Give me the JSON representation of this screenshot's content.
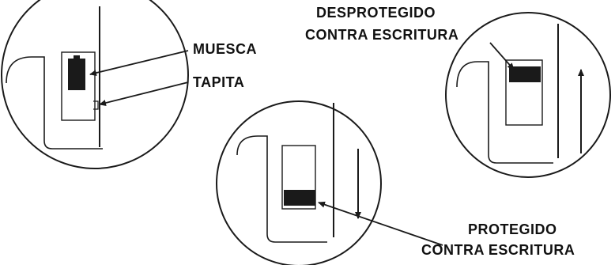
{
  "labels": {
    "notch": "MUESCA",
    "tab": "TAPITA",
    "unprotected_line1": "DESPROTEGIDO",
    "unprotected_line2": "CONTRA ESCRITURA",
    "protected_line1": "PROTEGIDO",
    "protected_line2": "CONTRA ESCRITURA"
  },
  "colors": {
    "ink": "#1a1a1a",
    "notch_fill": "#1a1a1a",
    "paper": "#ffffff"
  }
}
